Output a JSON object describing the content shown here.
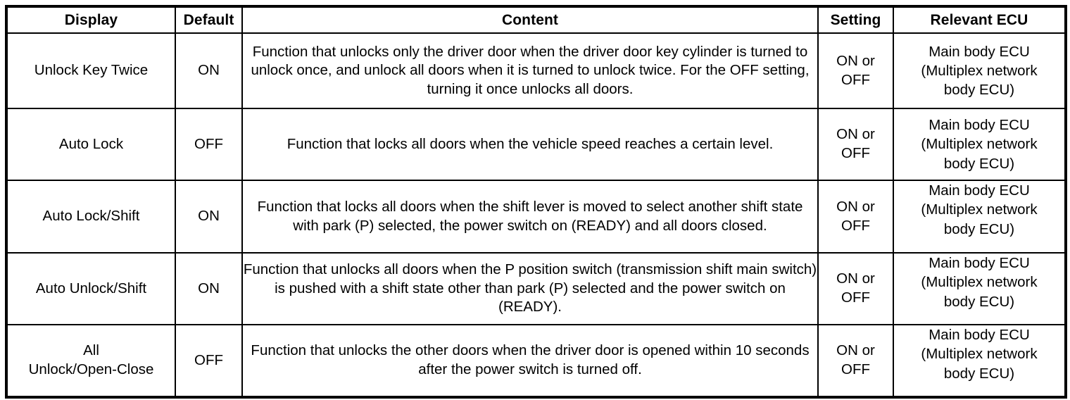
{
  "table": {
    "headers": [
      {
        "key": "display",
        "label": "Display"
      },
      {
        "key": "default",
        "label": "Default"
      },
      {
        "key": "content",
        "label": "Content"
      },
      {
        "key": "setting",
        "label": "Setting"
      },
      {
        "key": "ecu",
        "label": "Relevant ECU"
      }
    ],
    "rows": [
      {
        "display": "Unlock Key Twice",
        "default": "ON",
        "content": "Function that unlocks only the driver door when the driver door key cylinder is turned to unlock once, and unlock all doors when it is turned to unlock twice. For the OFF setting, turning it once unlocks all doors.",
        "setting": "ON or\nOFF",
        "ecu": "Main body ECU\n(Multiplex network\nbody ECU)"
      },
      {
        "display": "Auto Lock",
        "default": "OFF",
        "content": "Function that locks all doors when the vehicle speed reaches a certain level.",
        "setting": "ON or\nOFF",
        "ecu": "Main body ECU\n(Multiplex network\nbody ECU)"
      },
      {
        "display": "Auto Lock/Shift",
        "default": "ON",
        "content": "Function that locks all doors when the shift lever is moved to select another shift state with park (P) selected, the power switch on (READY) and all doors closed.",
        "setting": "ON or\nOFF",
        "ecu": "Main body ECU\n(Multiplex network\nbody ECU)"
      },
      {
        "display": "Auto Unlock/Shift",
        "default": "ON",
        "content": "Function that unlocks all doors when the P position switch (transmission shift main switch) is pushed with a shift state other than park (P) selected and the power switch on (READY).",
        "setting": "ON or\nOFF",
        "ecu": "Main body ECU\n(Multiplex network\nbody ECU)"
      },
      {
        "display": "All\nUnlock/Open-Close",
        "default": "OFF",
        "content": "Function that unlocks the other doors when the driver door is opened within 10 seconds after the power switch is turned off.",
        "setting": "ON or\nOFF",
        "ecu": "Main body ECU\n(Multiplex network\nbody ECU)"
      }
    ]
  },
  "colors": {
    "border": "#000000",
    "background": "#ffffff",
    "text": "#000000"
  }
}
